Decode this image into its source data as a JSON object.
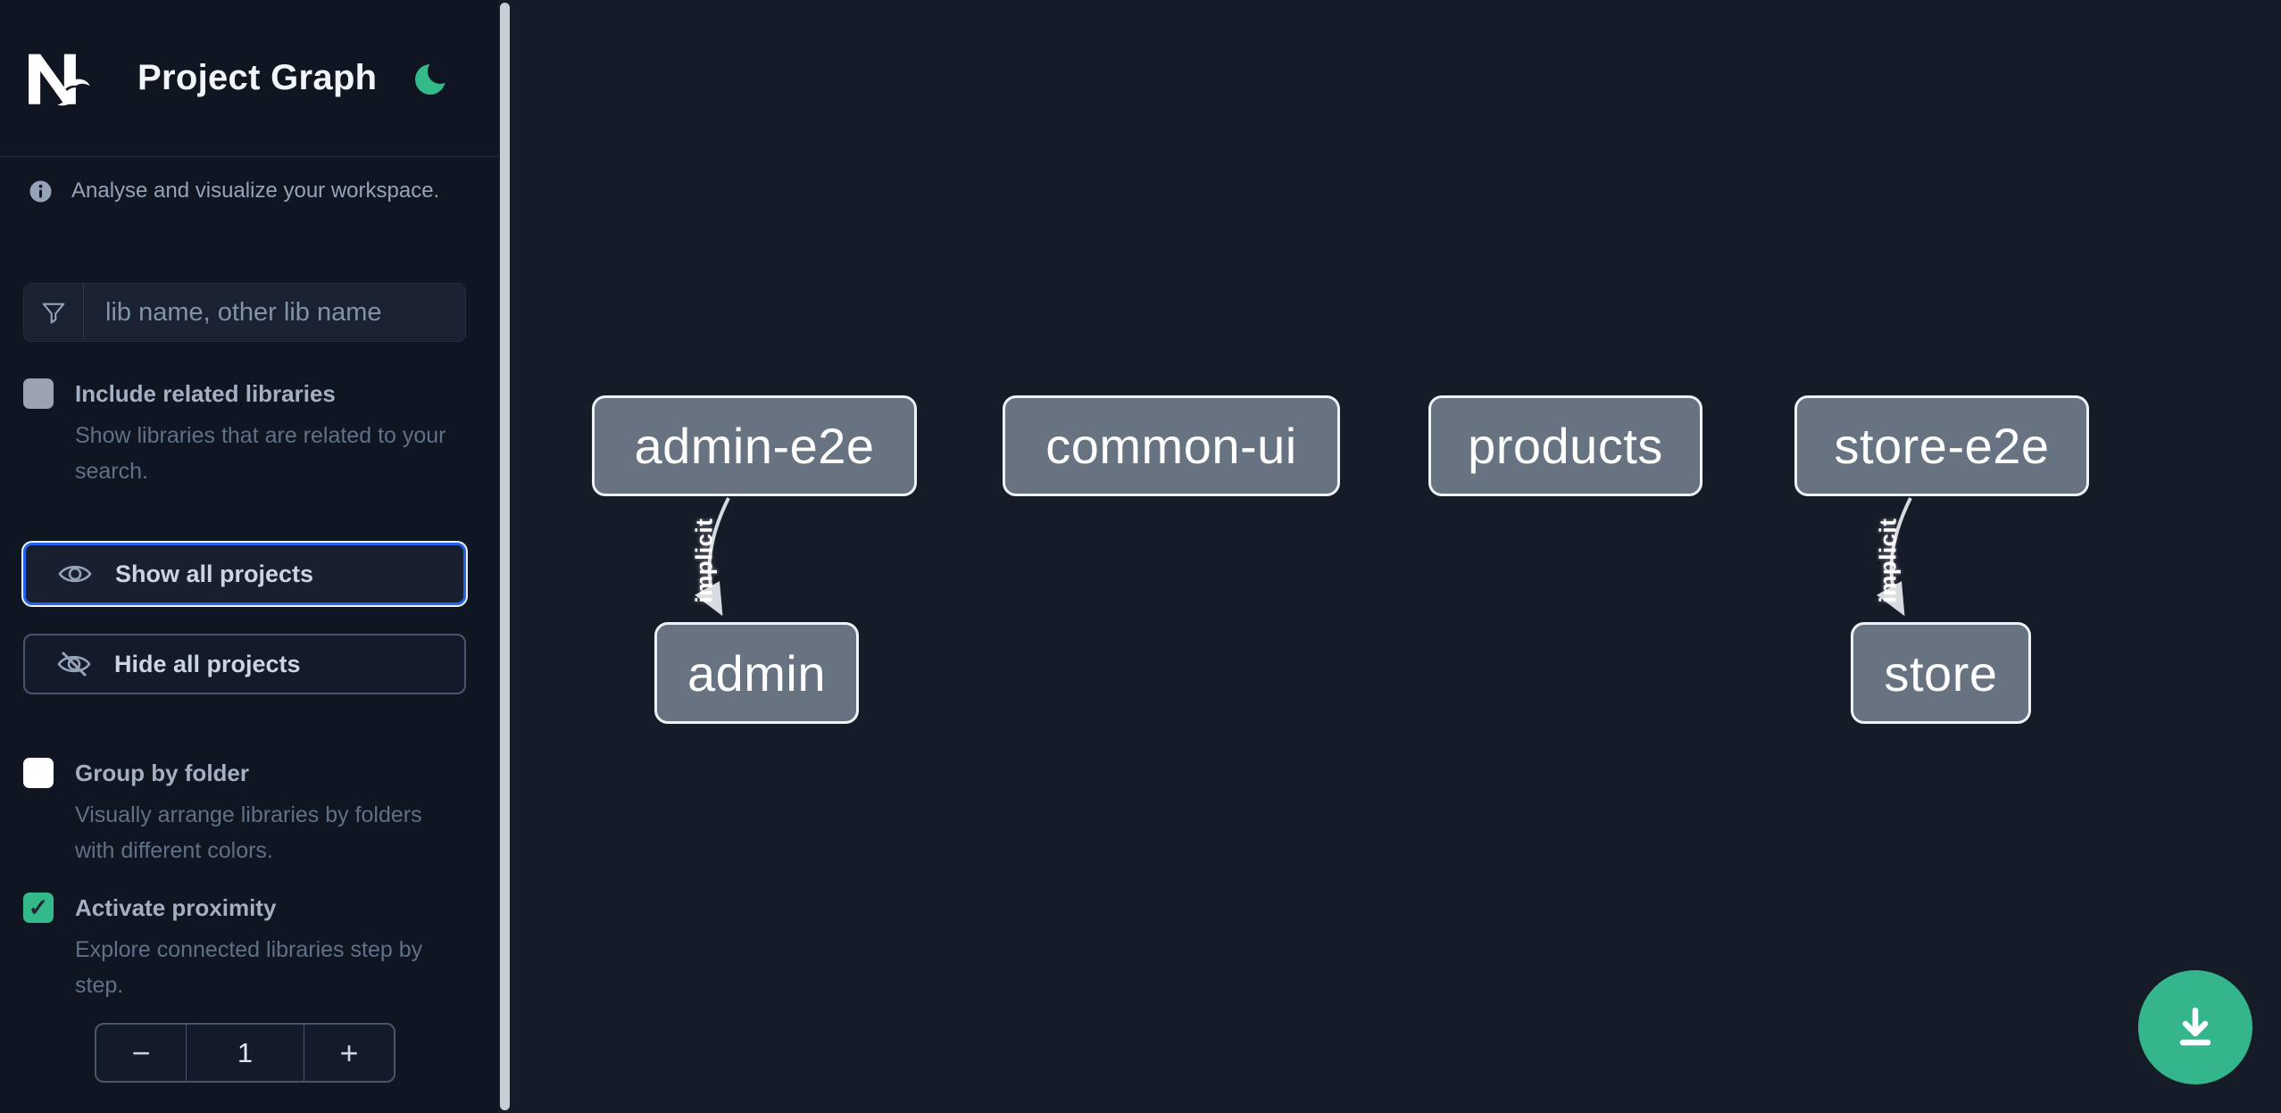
{
  "colors": {
    "sidebar_bg": "#101522",
    "canvas_bg": "#161b28",
    "accent_blue": "#2563eb",
    "accent_green": "#34b98b",
    "node_fill": "#687381",
    "node_border": "#eef2f6",
    "edge_color": "#d7dbe0"
  },
  "header": {
    "title": "Project Graph",
    "logo_icon": "nx-logo",
    "theme_toggle_icon": "moon-icon"
  },
  "sidebar": {
    "info": {
      "icon": "info-icon",
      "text": "Analyse and visualize your workspace."
    },
    "search": {
      "icon": "filter-funnel-icon",
      "placeholder": "lib name, other lib name",
      "value": ""
    },
    "include_related": {
      "title": "Include related libraries",
      "description": "Show libraries that are related to your search.",
      "checked": false
    },
    "show_all": {
      "label": "Show all projects",
      "icon": "eye-icon",
      "focused": true
    },
    "hide_all": {
      "label": "Hide all projects",
      "icon": "eye-off-icon"
    },
    "group_by_folder": {
      "title": "Group by folder",
      "description": "Visually arrange libraries by folders with different colors.",
      "checked": false
    },
    "activate_proximity": {
      "title": "Activate proximity",
      "description": "Explore connected libraries step by step.",
      "checked": true,
      "check_glyph": "✓"
    },
    "proximity_stepper": {
      "decrement": "−",
      "value": "1",
      "increment": "+"
    }
  },
  "graph": {
    "nodes": [
      {
        "id": "admin-e2e",
        "label": "admin-e2e"
      },
      {
        "id": "common-ui",
        "label": "common-ui"
      },
      {
        "id": "products",
        "label": "products"
      },
      {
        "id": "store-e2e",
        "label": "store-e2e"
      },
      {
        "id": "admin",
        "label": "admin"
      },
      {
        "id": "store",
        "label": "store"
      }
    ],
    "edges": [
      {
        "source": "admin-e2e",
        "target": "admin",
        "label": "implicit",
        "type": "implicit"
      },
      {
        "source": "store-e2e",
        "target": "store",
        "label": "implicit",
        "type": "implicit"
      }
    ]
  },
  "fab": {
    "icon": "download-icon"
  }
}
